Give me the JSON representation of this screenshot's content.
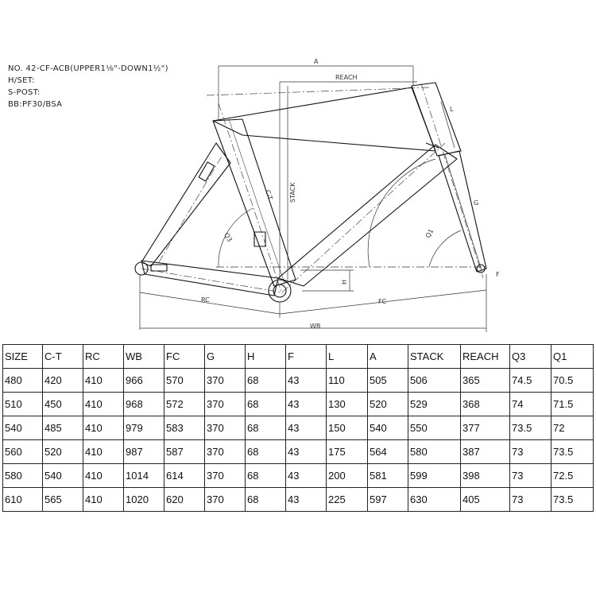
{
  "spec": {
    "model": "NO. 42-CF-ACB(UPPER1⅛\"-DOWN1½\")",
    "headset": "H/SET:",
    "seatpost": "S-POST:",
    "bb": "BB:PF30/BSA"
  },
  "diagram_labels": {
    "a": "A",
    "reach": "REACH",
    "stack": "STACK",
    "ct": "C-T",
    "l": "L",
    "g": "G",
    "q3": "Q3",
    "q1": "Q1",
    "h": "H",
    "f": "F",
    "rc": "RC",
    "fc": "FC",
    "wb": "WB"
  },
  "table": {
    "headers": [
      "SIZE",
      "C-T",
      "RC",
      "WB",
      "FC",
      "G",
      "H",
      "F",
      "L",
      "A",
      "STACK",
      "REACH",
      "Q3",
      "Q1"
    ],
    "rows": [
      [
        "480",
        "420",
        "410",
        "966",
        "570",
        "370",
        "68",
        "43",
        "110",
        "505",
        "506",
        "365",
        "74.5",
        "70.5"
      ],
      [
        "510",
        "450",
        "410",
        "968",
        "572",
        "370",
        "68",
        "43",
        "130",
        "520",
        "529",
        "368",
        "74",
        "71.5"
      ],
      [
        "540",
        "485",
        "410",
        "979",
        "583",
        "370",
        "68",
        "43",
        "150",
        "540",
        "550",
        "377",
        "73.5",
        "72"
      ],
      [
        "560",
        "520",
        "410",
        "987",
        "587",
        "370",
        "68",
        "43",
        "175",
        "564",
        "580",
        "387",
        "73",
        "73.5"
      ],
      [
        "580",
        "540",
        "410",
        "1014",
        "614",
        "370",
        "68",
        "43",
        "200",
        "581",
        "599",
        "398",
        "73",
        "72.5"
      ],
      [
        "610",
        "565",
        "410",
        "1020",
        "620",
        "370",
        "68",
        "43",
        "225",
        "597",
        "630",
        "405",
        "73",
        "73.5"
      ]
    ]
  }
}
